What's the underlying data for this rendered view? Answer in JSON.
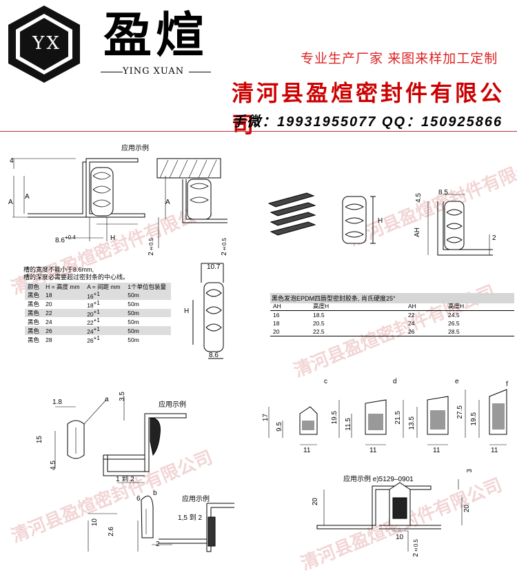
{
  "header": {
    "logo_letters": "YX",
    "brand_cn": "盈煊",
    "brand_en": "YING XUAN",
    "slogan": "专业生产厂家 来图来样加工定制",
    "company": "清河县盈煊密封件有限公司",
    "contact": "手微：19931955077   QQ：150925866"
  },
  "watermark": "清河县盈煊密封件有限公司",
  "section1": {
    "title": "应用示例",
    "dims": {
      "d4": "4",
      "dA1": "A",
      "dA2": "A",
      "dA3": "A",
      "d86": "8.6",
      "d86sup": "+0.4",
      "dH": "H",
      "d2": "2",
      "d2sup": "±0.5",
      "d2b": "2",
      "d2bsup": "±0.5"
    },
    "notes": [
      "槽的宽度不能小于8.6mm,",
      "槽的深度必需要超过密封条的中心线。"
    ],
    "profile_dims": {
      "w107": "10.7",
      "h": "H",
      "w86": "8.6"
    },
    "table": {
      "headers": [
        "颜色",
        "H = 高度 mm",
        "A = 间距 mm",
        "1个单位包装量"
      ],
      "rows": [
        [
          "黑色",
          "18",
          "16",
          "50m"
        ],
        [
          "黑色",
          "20",
          "18",
          "50m"
        ],
        [
          "黑色",
          "22",
          "20",
          "50m"
        ],
        [
          "黑色",
          "24",
          "22",
          "50m"
        ],
        [
          "黑色",
          "26",
          "24",
          "50m"
        ],
        [
          "黑色",
          "28",
          "26",
          "50m"
        ]
      ],
      "tol": "+1"
    }
  },
  "section2": {
    "dims": {
      "d85": "8.5",
      "d45": "4.5",
      "dH": "H",
      "dAH": "AH",
      "d2": "2"
    },
    "caption": "黑色发泡EPDM四唇型密封胶条, 肖氏硬度25°",
    "headers": [
      "AH",
      "高度H",
      "AH",
      "高度H"
    ],
    "rows": [
      [
        "16",
        "18.5",
        "22",
        "24.5"
      ],
      [
        "18",
        "20.5",
        "24",
        "26.5"
      ],
      [
        "20",
        "22.5",
        "26",
        "28.5"
      ]
    ]
  },
  "section3": {
    "title": "应用示例",
    "title2": "应用示例",
    "label_a": "a",
    "label_b": "b",
    "dims_a": {
      "w": "1.8",
      "h15": "15",
      "h45": "4.5",
      "t35": "3.5",
      "g": "1 到 2"
    },
    "dims_b": {
      "w": "6",
      "h10": "10",
      "h26": "2.6",
      "d2": "2",
      "g": "1,5 到 2"
    }
  },
  "section4": {
    "labels": [
      "c",
      "d",
      "e",
      "f"
    ],
    "c": {
      "h17": "17",
      "h95": "9.5",
      "w": "11"
    },
    "d": {
      "h195": "19.5",
      "h115": "11.5",
      "w": "11"
    },
    "e": {
      "h215": "21.5",
      "h135": "13.5",
      "w": "11"
    },
    "f": {
      "h275": "27.5",
      "h195": "19.5",
      "w": "11"
    },
    "example": "应用示例  e)5129–0901",
    "dims": {
      "d3": "3",
      "d20a": "20",
      "d20b": "20",
      "d10": "10",
      "d2": "2",
      "d2sup": "±0.5"
    }
  }
}
